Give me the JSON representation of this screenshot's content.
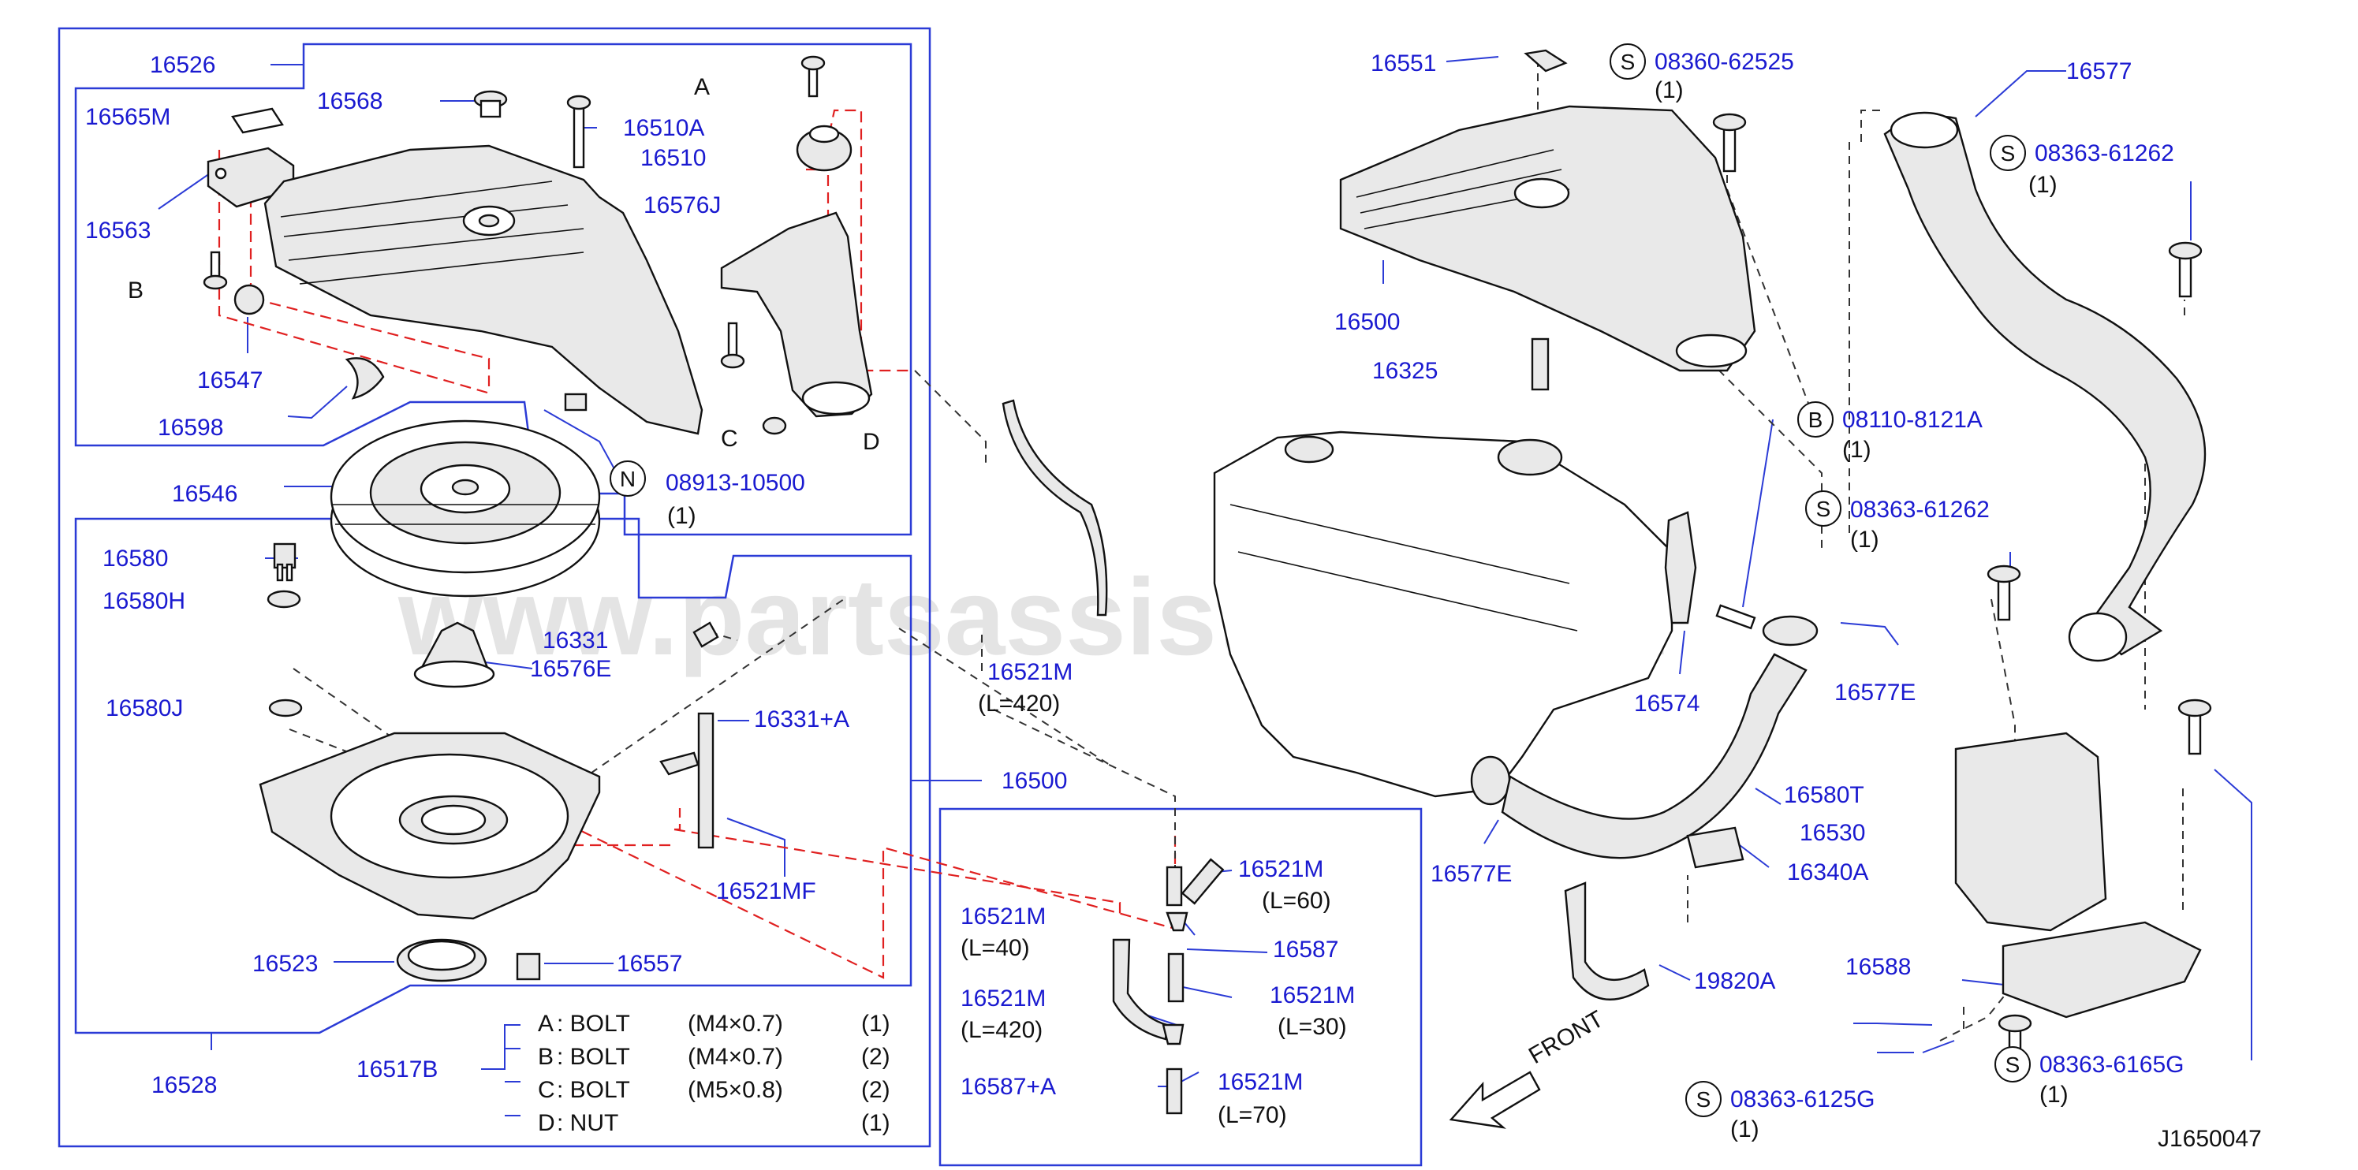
{
  "watermark": "www.partsassistant.com",
  "diagram_code": "J1650047",
  "front_label": "FRONT",
  "letters": {
    "a": "A",
    "b": "B",
    "c": "C",
    "d": "D"
  },
  "parts": {
    "p16526": "16526",
    "p16565M": "16565M",
    "p16568": "16568",
    "p16510A": "16510A",
    "p16510": "16510",
    "p16576J": "16576J",
    "p16563": "16563",
    "p16547": "16547",
    "p16598": "16598",
    "p16546": "16546",
    "p08913": "08913-10500",
    "p08913_q": "(1)",
    "p16580": "16580",
    "p16580H": "16580H",
    "p16580J": "16580J",
    "p16331": "16331",
    "p16576E": "16576E",
    "p16331A": "16331+A",
    "p16521MF": "16521MF",
    "p16523": "16523",
    "p16557": "16557",
    "p16528": "16528",
    "p16517B": "16517B",
    "p16521M_420": "16521M",
    "p16521M_420_len": "(L=420)",
    "p16500b": "16500",
    "sub_16521M_60": "16521M",
    "sub_16521M_60_len": "(L=60)",
    "sub_16521M_40": "16521M",
    "sub_16521M_40_len": "(L=40)",
    "sub_16587": "16587",
    "sub_16521M_420": "16521M",
    "sub_16521M_420_len": "(L=420)",
    "sub_16521M_30": "16521M",
    "sub_16521M_30_len": "(L=30)",
    "sub_16587A": "16587+A",
    "sub_16521M_70": "16521M",
    "sub_16521M_70_len": "(L=70)",
    "p16551": "16551",
    "s08360": "08360-62525",
    "s08360_q": "(1)",
    "p16577": "16577",
    "s08363_61262a": "08363-61262",
    "s08363_61262a_q": "(1)",
    "p16500": "16500",
    "p16325": "16325",
    "b08110": "08110-8121A",
    "b08110_q": "(1)",
    "s08363_61262b": "08363-61262",
    "s08363_61262b_q": "(1)",
    "p16574": "16574",
    "p16577E_r": "16577E",
    "p16580T": "16580T",
    "p16530": "16530",
    "p16340A": "16340A",
    "p16577E_l": "16577E",
    "p19820A": "19820A",
    "p16588": "16588",
    "s08363_6125G": "08363-6125G",
    "s08363_6125G_q": "(1)",
    "s08363_6165G": "08363-6165G",
    "s08363_6165G_q": "(1)"
  },
  "circles": {
    "s": "S",
    "n": "N",
    "b": "B"
  },
  "legend": [
    {
      "key": "A",
      "name": ": BOLT",
      "size": "(M4×0.7)",
      "qty": "(1)"
    },
    {
      "key": "B",
      "name": ": BOLT",
      "size": "(M4×0.7)",
      "qty": "(2)"
    },
    {
      "key": "C",
      "name": ": BOLT",
      "size": "(M5×0.8)",
      "qty": "(2)"
    },
    {
      "key": "D",
      "name": ": NUT",
      "size": "",
      "qty": "(1)"
    }
  ]
}
